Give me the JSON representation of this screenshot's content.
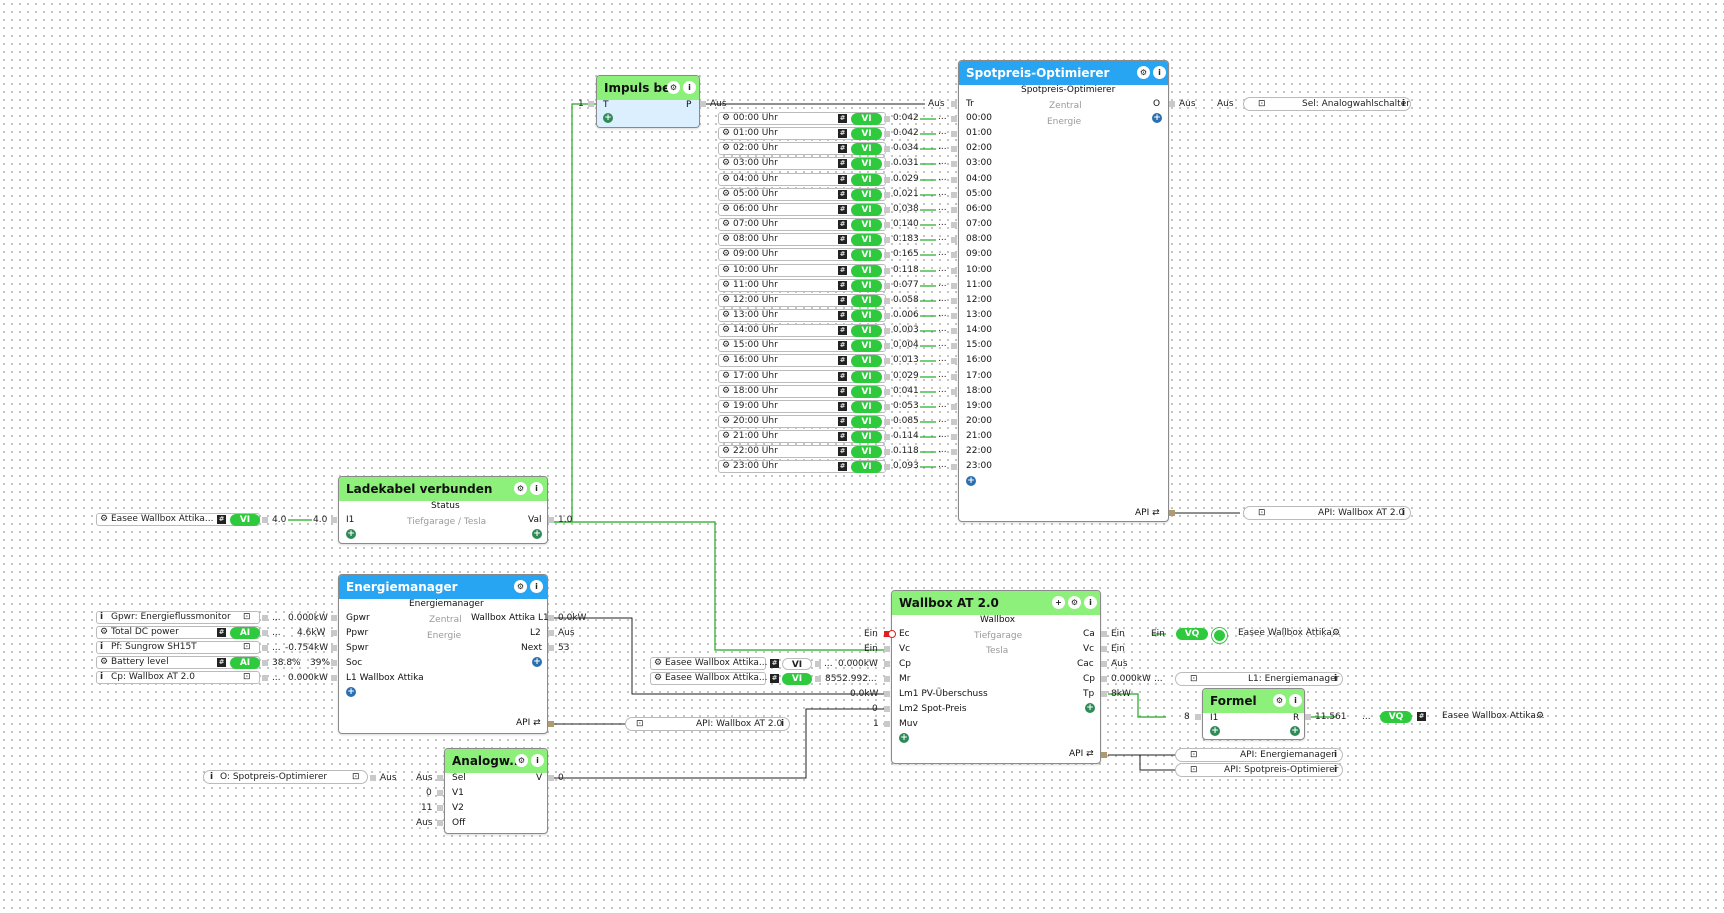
{
  "impuls": {
    "title": "Impuls bei",
    "in_port": "T",
    "out_port": "P",
    "in_value": "1",
    "out_value": "Aus",
    "link_value": "Aus"
  },
  "spot": {
    "title": "Spotpreis-Optimierer",
    "subtitle": "Spotpreis-Optimierer",
    "zone": "Zentral",
    "category": "Energie",
    "in_tr": "Tr",
    "out_o": "O",
    "out_value": "Aus",
    "out_link_value": "Aus",
    "api_label": "API",
    "hours": [
      {
        "label": "00:00 Uhr",
        "value": "0.042",
        "port": "00:00"
      },
      {
        "label": "01:00 Uhr",
        "value": "0.042",
        "port": "01:00"
      },
      {
        "label": "02:00 Uhr",
        "value": "0.034",
        "port": "02:00"
      },
      {
        "label": "03:00 Uhr",
        "value": "0.031",
        "port": "03:00"
      },
      {
        "label": "04:00 Uhr",
        "value": "0.029",
        "port": "04:00"
      },
      {
        "label": "05:00 Uhr",
        "value": "0.021",
        "port": "05:00"
      },
      {
        "label": "06:00 Uhr",
        "value": "0.038",
        "port": "06:00"
      },
      {
        "label": "07:00 Uhr",
        "value": "0.140",
        "port": "07:00"
      },
      {
        "label": "08:00 Uhr",
        "value": "0.183",
        "port": "08:00"
      },
      {
        "label": "09:00 Uhr",
        "value": "0.165",
        "port": "09:00"
      },
      {
        "label": "10:00 Uhr",
        "value": "0.118",
        "port": "10:00"
      },
      {
        "label": "11:00 Uhr",
        "value": "0.077",
        "port": "11:00"
      },
      {
        "label": "12:00 Uhr",
        "value": "0.058",
        "port": "12:00"
      },
      {
        "label": "13:00 Uhr",
        "value": "0.006",
        "port": "13:00"
      },
      {
        "label": "14:00 Uhr",
        "value": "0.003",
        "port": "14:00"
      },
      {
        "label": "15:00 Uhr",
        "value": "0.004",
        "port": "15:00"
      },
      {
        "label": "16:00 Uhr",
        "value": "0.013",
        "port": "16:00"
      },
      {
        "label": "17:00 Uhr",
        "value": "0.029",
        "port": "17:00"
      },
      {
        "label": "18:00 Uhr",
        "value": "0.041",
        "port": "18:00"
      },
      {
        "label": "19:00 Uhr",
        "value": "0.053",
        "port": "19:00"
      },
      {
        "label": "20:00 Uhr",
        "value": "0.085",
        "port": "20:00"
      },
      {
        "label": "21:00 Uhr",
        "value": "0.114",
        "port": "21:00"
      },
      {
        "label": "22:00 Uhr",
        "value": "0.118",
        "port": "22:00"
      },
      {
        "label": "23:00 Uhr",
        "value": "0.093",
        "port": "23:00"
      }
    ],
    "hour_badge": "VI",
    "hour_link": "...",
    "sel_ref": "Sel: Analogwahlschalter",
    "api_ref": "API: Wallbox AT 2.0"
  },
  "lade": {
    "title": "Ladekabel verbunden",
    "subtitle": "Status",
    "zone": "Tiefgarage / Tesla",
    "in_port": "I1",
    "out_port": "Val",
    "in_value": "4.0",
    "out_value": "1.0",
    "source": "Easee  Wallbox  Attika...",
    "source_badge": "VI",
    "source_value": "4.0"
  },
  "energie": {
    "title": "Energiemanager",
    "subtitle": "Energiemanager",
    "zone": "Zentral",
    "category": "Energie",
    "inputs": [
      {
        "port": "Gpwr",
        "source": "Gpwr: Energieflussmonitor",
        "value": "0.000kW",
        "link": "..."
      },
      {
        "port": "Ppwr",
        "source": "Total DC power",
        "value": "4.6kW",
        "link": "...",
        "badge": "AI"
      },
      {
        "port": "Spwr",
        "source": "Pf: Sungrow SH15T",
        "value": "-0.754kW",
        "link": "..."
      },
      {
        "port": "Soc",
        "source": "Battery level",
        "value": "39%",
        "link": "38.8%",
        "badge": "AI"
      },
      {
        "port": "L1 Wallbox Attika",
        "source": "Cp: Wallbox AT 2.0",
        "value": "0.000kW",
        "link": "..."
      }
    ],
    "outputs": [
      {
        "port": "Wallbox Attika L1",
        "value": "0.0kW"
      },
      {
        "port": "L2",
        "value": "Aus"
      },
      {
        "port": "Next",
        "value": "53"
      }
    ],
    "api_label": "API",
    "api_ref": "API: Wallbox AT 2.0"
  },
  "analog": {
    "title": "Analogw...",
    "inputs": [
      {
        "port": "Sel",
        "value": "Aus"
      },
      {
        "port": "V1",
        "value": "0"
      },
      {
        "port": "V2",
        "value": "11"
      },
      {
        "port": "Off",
        "value": "Aus"
      }
    ],
    "out_port": "V",
    "out_value": "0",
    "source": "O: Spotpreis-Optimierer",
    "source_value": "Aus"
  },
  "wallbox": {
    "title": "Wallbox AT 2.0",
    "subtitle": "Wallbox",
    "zone": "Tiefgarage",
    "category": "Tesla",
    "inputs": [
      {
        "port": "Ec",
        "value": "Ein"
      },
      {
        "port": "Vc",
        "value": "Ein"
      },
      {
        "port": "Cp",
        "value": "0.000kW",
        "link": "..."
      },
      {
        "port": "Mr",
        "value": "8552.992",
        "link": "..."
      },
      {
        "port": "Lm1 PV-Überschuss",
        "value": "0.0kW"
      },
      {
        "port": "Lm2 Spot-Preis",
        "value": "0"
      },
      {
        "port": "Muv",
        "value": "1"
      }
    ],
    "outputs": [
      {
        "port": "Ca",
        "value": "Ein"
      },
      {
        "port": "Vc",
        "value": "Ein"
      },
      {
        "port": "Cac",
        "value": "Aus"
      },
      {
        "port": "Cp",
        "value": "0.000kW"
      },
      {
        "port": "Tp",
        "value": "8kW"
      }
    ],
    "cp_src": "Easee  Wallbox  Attika...",
    "mr_src": "Easee  Wallbox  Attika...",
    "api_label": "API",
    "ca_link": "Ein",
    "ca_target": "Easee Wallbox Attika...",
    "ca_badge": "VQ",
    "cp_target": "L1: Energiemanager",
    "api_ref1": "API: Energiemanager",
    "api_ref2": "API: Spotpreis-Optimierer"
  },
  "formel": {
    "title": "Formel",
    "in_port": "I1",
    "out_port": "R",
    "in_value": "8",
    "out_value": "11.561",
    "out_link": "...",
    "target": "Easee Wallbox Attika...",
    "target_badge": "VQ"
  },
  "colors": {
    "wire_green": "#22aa22",
    "header_green": "#8cf07a",
    "header_blue": "#27a4f2",
    "pill_green": "#2fc93e"
  }
}
